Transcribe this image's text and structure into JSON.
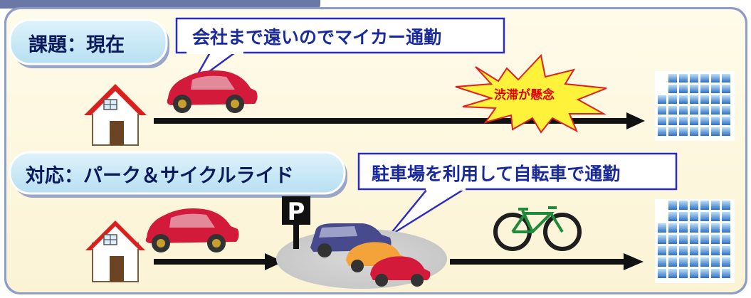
{
  "top": {
    "label": "課題：現在",
    "callout": "会社まで遠いのでマイカー通勤",
    "burst": "渋滞が懸念"
  },
  "bottom": {
    "label": "対応：パーク＆サイクルライド",
    "callout": "駐車場を利用して自転車で通勤",
    "parking_sign": "P"
  },
  "colors": {
    "panel_bg": "#fdf9e4",
    "label_bg": "#c9e8f6",
    "car_red": "#d31a3a",
    "building_blue": "#3b8ed6",
    "burst_yellow": "#fff23a",
    "arrow": "#111111"
  }
}
